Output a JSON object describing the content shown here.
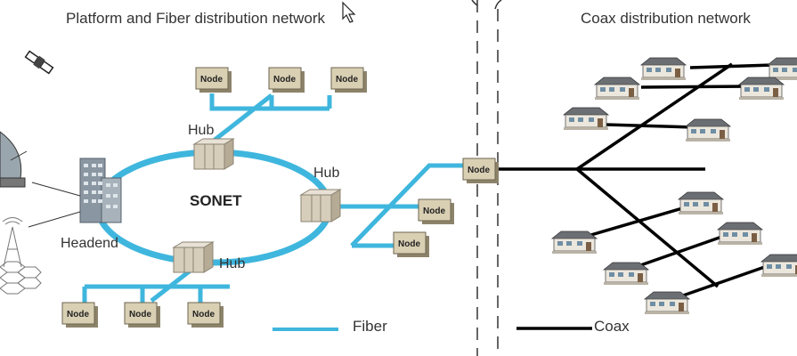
{
  "titles": {
    "left": "Platform and Fiber distribution network",
    "right": "Coax distribution network"
  },
  "labels": {
    "sonet": "SONET",
    "headend": "Headend",
    "hub_top": "Hub",
    "hub_right": "Hub",
    "hub_bottom": "Hub",
    "node": "Node"
  },
  "legend": {
    "fiber": "Fiber",
    "coax": "Coax"
  },
  "colors": {
    "fiber": "#3fb6dd",
    "coax": "#000000",
    "divider": "#333333",
    "text": "#333333"
  },
  "icons": [
    "satellite-icon",
    "satellite-dish-icon",
    "cell-tower-icon",
    "headend-building-icon",
    "hub-equipment-icon",
    "node-box-icon",
    "house-icon",
    "cursor-icon"
  ]
}
